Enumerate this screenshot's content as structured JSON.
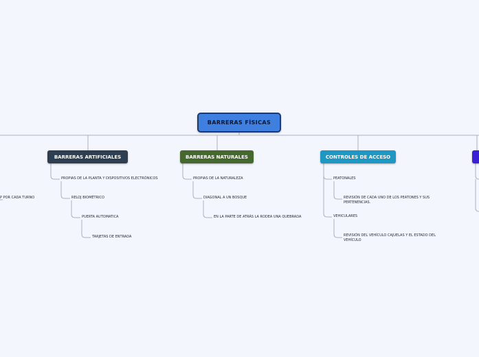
{
  "map": {
    "root": {
      "label": "BARRERAS FÍSICAS"
    },
    "branches": [
      {
        "label": "BARRERAS ARTIFICIALES",
        "color": "#2d3e50",
        "items": [
          "PROPIAS DE LA PLANTA Y DISPOSITIVOS ELECTRÓNICOS",
          "RELOJ BIOMÉTRICO",
          "PUERTA AUTOMATICA",
          "TARJETAS DE ENTRADA"
        ]
      },
      {
        "label": "BARRERAS NATURALES",
        "color": "#44682e",
        "items": [
          "PROPIAS DE LA NATURALEZA",
          "DIAGONAL A UN BOSQUE",
          "EN LA PARTE DE ATRÁS LA RODEA UNA QUEBRADA"
        ]
      },
      {
        "label": "CONTROLES DE ACCESO",
        "color": "#1e97c3",
        "items": [
          "PEATONALES",
          "REVISIÓN DE CADA UNO DE LOS PEATONES Y SUS PERTENENCIAS.",
          "VEHICULARES",
          "REVISIÓN DEL VEHÍCULO CAJUELAS Y EL ESTADO DEL VEHÍCULO"
        ]
      },
      {
        "label": "",
        "color": "#3a1fd6",
        "items": []
      }
    ],
    "offscreen_leaf": "P POR CADA TURNO"
  }
}
